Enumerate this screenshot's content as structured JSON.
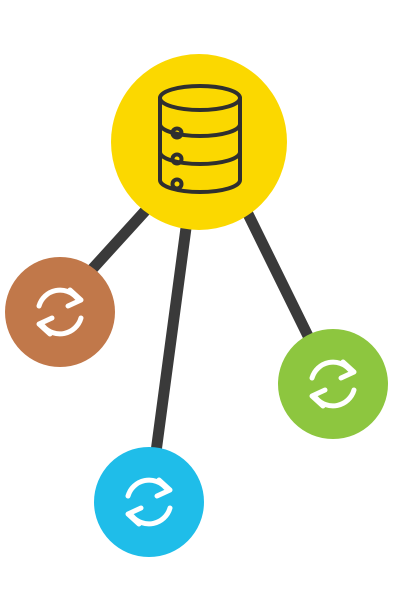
{
  "colors": {
    "background": "#ffffff",
    "connector": "#3a3a3a",
    "hub": "#fbd800",
    "hub_icon": "#2f2f2f",
    "sync_icon": "#ffffff"
  },
  "hub": {
    "icon": "database-icon"
  },
  "nodes": [
    {
      "id": "sync-node-brown",
      "icon": "sync-icon",
      "color": "#c1784a"
    },
    {
      "id": "sync-node-blue",
      "icon": "sync-icon",
      "color": "#1fbde9"
    },
    {
      "id": "sync-node-green",
      "icon": "sync-icon",
      "color": "#8dc63f"
    }
  ]
}
